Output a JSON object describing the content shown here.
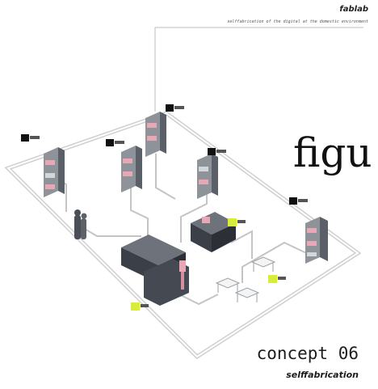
{
  "header": {
    "title": "fablab",
    "subtitle": "selffabrication of the digital at the domestic environment"
  },
  "overlay_text": "figu",
  "footer": {
    "concept": "concept 06",
    "subtitle": "selffabrication"
  },
  "colors": {
    "outline": "#c9c9c9",
    "shelf_accent": "#e8a7b4",
    "marker_lime": "#d8ec3a",
    "machine_dark": "#3b3f47"
  }
}
